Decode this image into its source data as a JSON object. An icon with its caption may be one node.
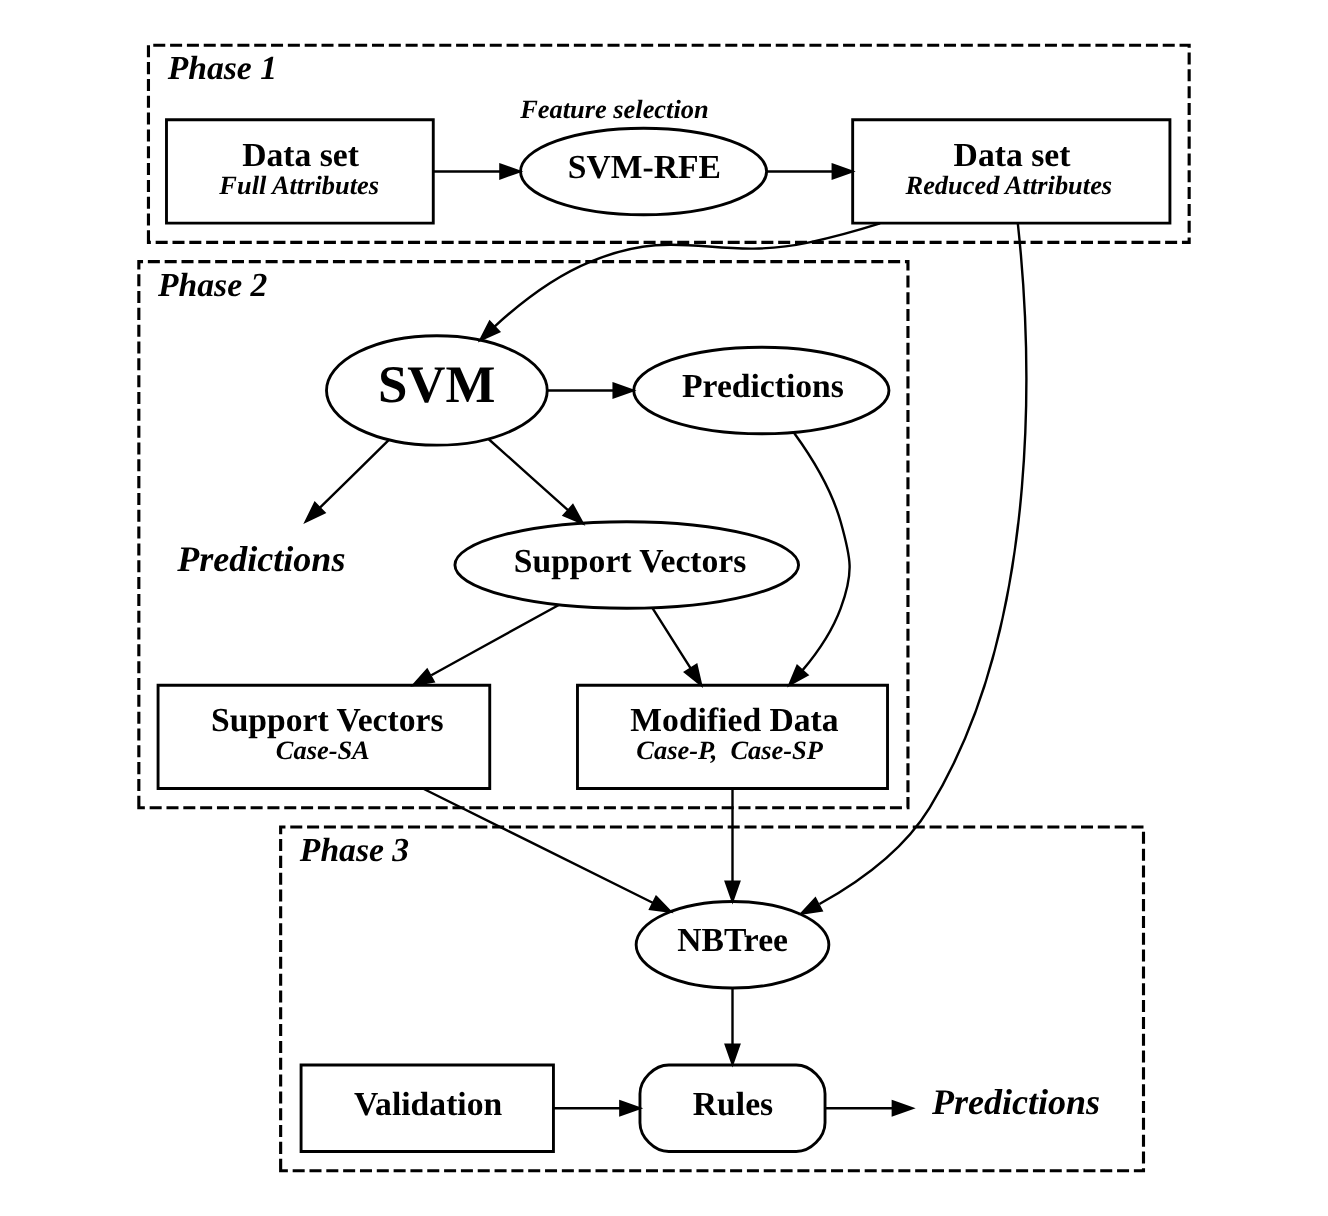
{
  "diagram": {
    "nodes": [
      {
        "text": [
          "Phase 1"
        ]
      },
      {
        "text": [
          "Data set",
          "Full Attributes"
        ],
        "in": 0
      },
      {
        "text": [
          "SVM-RFE"
        ],
        "in": 0,
        "beside": [
          "Feature selection"
        ]
      },
      {
        "text": [
          "Data set",
          "Reduced Attributes"
        ],
        "in": 0
      },
      {
        "text": [
          "Phase 2"
        ]
      },
      {
        "text": [
          "Modified Data",
          "Case-P,  Case-SP"
        ],
        "in": 4
      },
      {
        "text": [
          "Predictions"
        ],
        "in": 4
      },
      {
        "text": [
          "Support Vectors"
        ],
        "in": 4
      },
      {
        "text": [
          "SVM"
        ],
        "in": 4
      },
      {
        "text": [
          "Support Vectors",
          "Case-SA"
        ],
        "in": 4
      },
      {
        "text": [
          "Predictions"
        ],
        "in": 4
      },
      {
        "text": [
          "Phase 3"
        ]
      },
      {
        "text": [
          "NBTree"
        ],
        "in": 11
      },
      {
        "text": [
          "Validation"
        ],
        "in": 11
      },
      {
        "text": [
          "Rules"
        ],
        "in": 11
      },
      {
        "text": [
          "Predictions"
        ],
        "in": 11
      }
    ],
    "edges": [
      {
        "from": 1,
        "to": 2,
        "arrow": "to"
      },
      {
        "from": 2,
        "to": 3,
        "arrow": "to"
      },
      {
        "from": 3,
        "to": 8,
        "arrow": "to"
      },
      {
        "from": 8,
        "to": 6,
        "arrow": "to"
      },
      {
        "from": 8,
        "to": 7,
        "arrow": "to"
      },
      {
        "from": 6,
        "to": 5,
        "arrow": "to"
      },
      {
        "from": 7,
        "to": 5,
        "arrow": "to"
      },
      {
        "from": 7,
        "to": 9,
        "arrow": "to"
      },
      {
        "from": 8,
        "to": 10,
        "arrow": "to"
      },
      {
        "from": 5,
        "to": 12,
        "arrow": "to"
      },
      {
        "from": 9,
        "to": 12,
        "arrow": "to"
      },
      {
        "from": 3,
        "to": 12,
        "arrow": "to"
      },
      {
        "from": 12,
        "to": 14,
        "arrow": "to"
      },
      {
        "from": 13,
        "to": 14,
        "arrow": "to"
      },
      {
        "from": 14,
        "to": 15,
        "arrow": "to"
      }
    ]
  }
}
